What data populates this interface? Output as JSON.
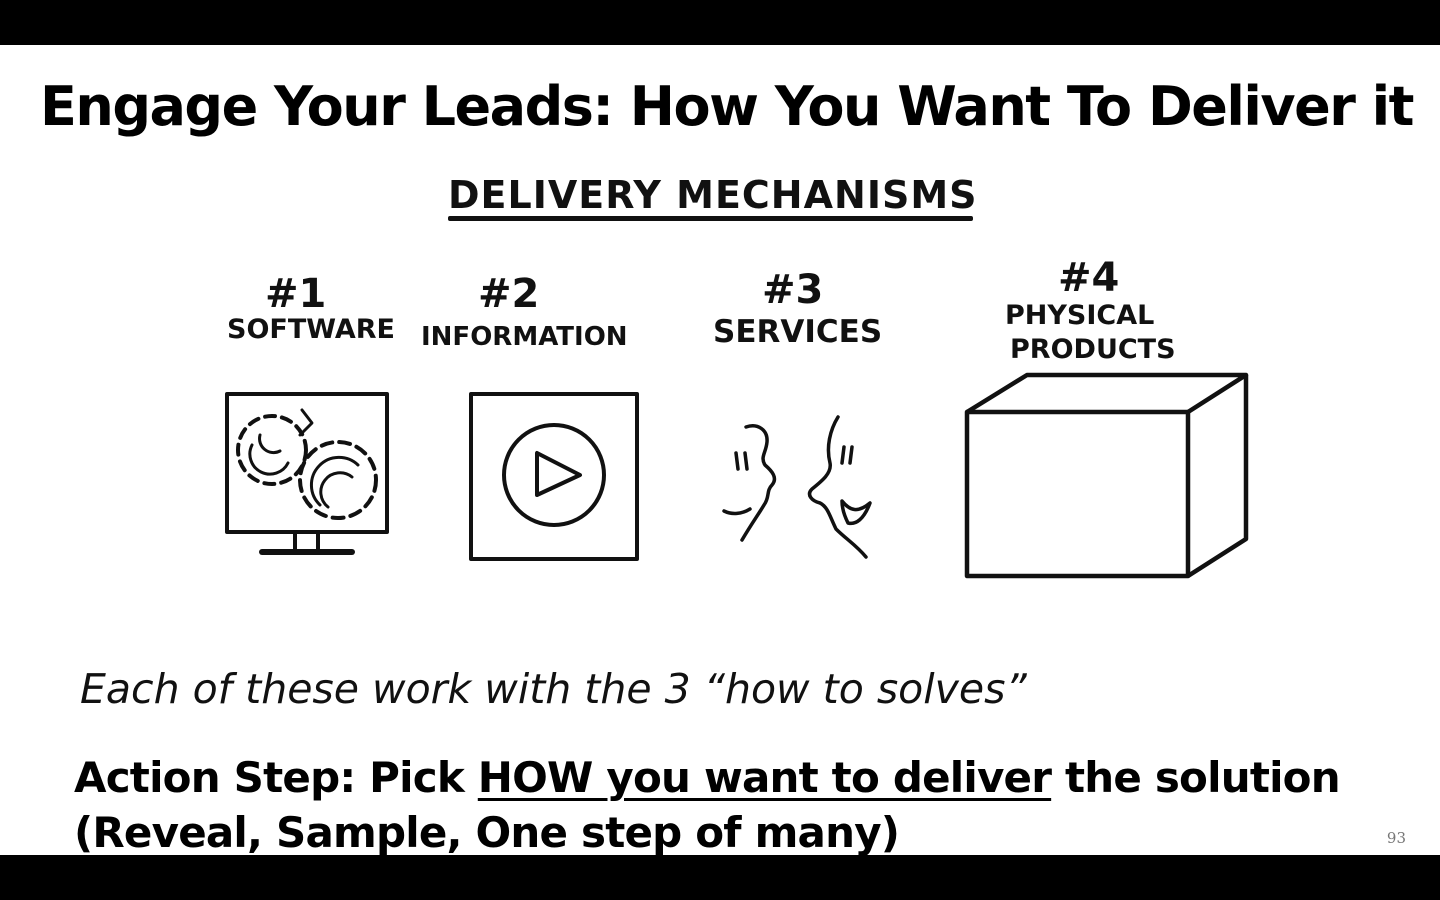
{
  "slide": {
    "title": "Engage Your Leads: How You Want To Deliver it",
    "heading": "Delivery Mechanisms",
    "items": [
      {
        "number": "#1",
        "label": "Software",
        "icon": "monitor-gears-icon"
      },
      {
        "number": "#2",
        "label": "Information",
        "icon": "play-button-icon"
      },
      {
        "number": "#3",
        "label": "Services",
        "icon": "two-faces-talking-icon"
      },
      {
        "number": "#4",
        "label_line1": "Physical",
        "label_line2": "Products",
        "icon": "box-icon"
      }
    ],
    "subtitle": "Each of these work with the 3 “how to solves”",
    "action": {
      "prefix": "Action Step: Pick ",
      "underlined": "HOW you want to deliver",
      "suffix": " the solution",
      "line2": "(Reveal, Sample, One step of many)"
    },
    "page_number": "93"
  }
}
